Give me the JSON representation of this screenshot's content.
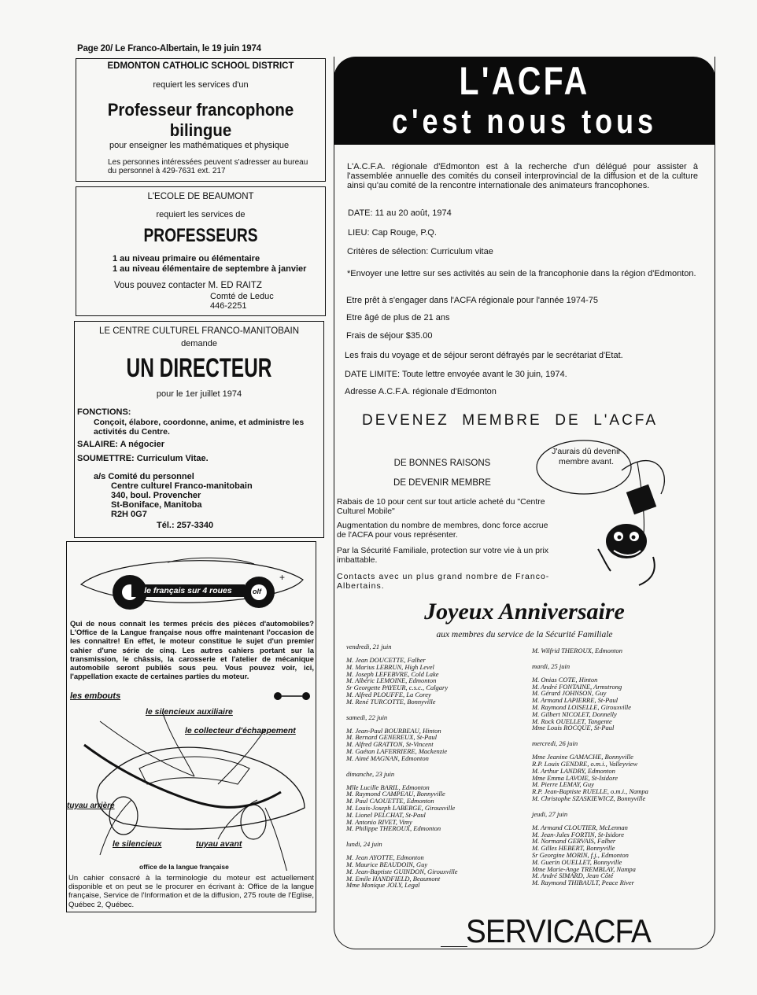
{
  "header": {
    "folio": "Page 20/  Le Franco-Albertain, le 19 juin 1974"
  },
  "ad1": {
    "title": "EDMONTON CATHOLIC SCHOOL DISTRICT",
    "line1": "requiert les services d'un",
    "headline": "Professeur francophone bilingue",
    "line2": "pour enseigner les mathématiques et physique",
    "contact1": "Les personnes intéressées peuvent s'adresser au bureau",
    "contact2": "du personnel à 429-7631    ext. 217"
  },
  "ad2": {
    "title": "L'ECOLE DE BEAUMONT",
    "line1": "requiert les services de",
    "headline": "PROFESSEURS",
    "req1": "1 au niveau primaire ou élémentaire",
    "req2": "1 au niveau élémentaire de septembre à janvier",
    "contact": "Vous pouvez contacter M. ED RAITZ",
    "county": "Comté de Leduc",
    "phone": "446-2251"
  },
  "ad3": {
    "title": "LE CENTRE CULTUREL FRANCO-MANITOBAIN",
    "line1": "demande",
    "headline": "UN DIRECTEUR",
    "date": "pour le 1er juillet 1974",
    "functions_label": "FONCTIONS:",
    "functions_text1": "Conçoit, élabore, coordonne, anime, et administre les",
    "functions_text2": "activités du Centre.",
    "salary": "SALAIRE: A négocier",
    "submit": "SOUMETTRE: Curriculum Vitae.",
    "addr1": "a/s  Comité du personnel",
    "addr2": "Centre culturel Franco-manitobain",
    "addr3": "340, boul. Provencher",
    "addr4": "St-Boniface, Manitoba",
    "addr5": "R2H 0G7",
    "tel": "Tél.:  257-3340"
  },
  "ad4": {
    "car_banner": "le français sur 4 roues",
    "car_badge": "olf",
    "para": "Qui de nous connaît les termes précis des pièces d'automobiles? L'Office de la Langue française nous offre maintenant l'occasion de les connaître! En effet, le moteur constitue le sujet d'un premier cahier d'une série de cinq. Les autres cahiers portant sur la transmission, le châssis, la carosserie et l'atelier de mécanique automobile seront publiés sous peu. Vous pouvez voir, ici, l'appellation exacte de certaines parties du moteur.",
    "label_embouts": "les embouts",
    "label_silencieux_aux": "le silencieux auxiliaire",
    "label_collecteur": "le collecteur d'échappement",
    "label_tuyau_arriere": "tuyau arrière",
    "label_silencieux": "le silencieux",
    "label_tuyau_avant": "tuyau avant",
    "office": "office de la langue française",
    "footer": "Un cahier consacré à la terminologie du moteur est actuellement disponible et on peut se le procurer en écrivant à: Office de la langue française, Service de l'Information et de la diffusion, 275 route de l'Eglise, Québec 2, Québec."
  },
  "acfa": {
    "title1": "L'ACFA",
    "title2": "c'est nous tous",
    "intro": "L'A.C.F.A. régionale d'Edmonton est à la recherche d'un délégué pour assister à l'assemblée annuelle des comités du conseil interprovincial de la diffusion et de la culture ainsi qu'au comité de la rencontre internationale des animateurs francophones.",
    "date": "DATE: 11 au 20 août, 1974",
    "lieu": "LIEU: Cap Rouge, P.Q.",
    "criteres": "Critères de sélection: Curriculum vitae",
    "envoyer": "*Envoyer une lettre sur ses activités au sein de la francophonie dans la région d'Edmonton.",
    "pret": "Etre prêt à s'engager dans l'ACFA régionale pour l'année 1974-75",
    "age": "Etre âgé de plus de 21 ans",
    "frais": "Frais de séjour $35.00",
    "voyage": "Les frais du voyage et de séjour seront défrayés par le secrétariat d'Etat.",
    "limite": "DATE LIMITE: Toute lettre envoyée avant le 30 juin, 1974.",
    "adresse": "Adresse  A.C.F.A.  régionale d'Edmonton",
    "membre": "DEVENEZ  MEMBRE  DE  L'ACFA",
    "raisons1": "DE BONNES RAISONS",
    "raisons2": "DE DEVENIR MEMBRE",
    "bubble": "J'aurais dû devenir membre avant.",
    "r1": "Rabais de 10 pour cent sur tout article acheté du \"Centre Culturel Mobile\"",
    "r2": "Augmentation du nombre de membres, donc force accrue de l'ACFA pour vous représenter.",
    "r3": "Par la Sécurité Familiale, protection sur votre vie à un prix imbattable.",
    "r4": "Contacts avec un plus grand nombre de Franco-Albertains.",
    "anniv_title": "Joyeux Anniversaire",
    "anniv_sub": "aux membres du service de la Sécurité Familiale",
    "brand": "SERVICACFA"
  },
  "birthdays": {
    "left": [
      {
        "day": "vendredi, 21 juin",
        "names": [
          "M. Jean DOUCETTE, Falher",
          "M. Marius LEBRUN, High Level",
          "M. Joseph LEFEBVRE, Cold Lake",
          "M. Albéric LEMOINE, Edmonton",
          "Sr Georgette PAYEUR, c.s.c., Calgary",
          "M. Alfred PLOUFFE, La Corey",
          "M. René TURCOTTE, Bonnyville"
        ]
      },
      {
        "day": "samedi, 22 juin",
        "names": [
          "M. Jean-Paul BOURBEAU, Hinton",
          "M. Bernard GENEREUX, St-Paul",
          "M. Alfred GRATTON, St-Vincent",
          "M. Gaétan LAFERRIERE, Mackenzie",
          "M. Aimé MAGNAN, Edmonton"
        ]
      },
      {
        "day": "dimanche, 23 juin",
        "names": [
          "Mlle Lucille BARIL, Edmonton",
          "M. Raymond CAMPEAU, Bonnyville",
          "M. Paul CAOUETTE, Edmonton",
          "M. Louis-Joseph LABERGE, Girouxville",
          "M. Lionel PELCHAT, St-Paul",
          "M. Antonio RIVET, Vimy",
          "M. Philippe THEROUX, Edmonton"
        ]
      },
      {
        "day": "lundi, 24 juin",
        "names": [
          "M. Jean AYOTTE, Edmonton",
          "M. Maurice BEAUDOIN, Guy",
          "M. Jean-Baptiste GUINDON, Girouxville",
          "M. Emile HANDFIELD, Beaumont",
          "Mme Monique JOLY, Legal"
        ]
      }
    ],
    "right": [
      {
        "day": "",
        "names": [
          "M. Wilfrid THEROUX, Edmonton"
        ]
      },
      {
        "day": "mardi, 25 juin",
        "names": [
          "M. Onias COTE, Hinton",
          "M. André FONTAINE, Armstrong",
          "M. Gérard JOHNSON, Guy",
          "M. Armand LAPIERRE, St-Paul",
          "M. Raymond LOISELLE, Girouxville",
          "M. Gilbert NICOLET, Donnelly",
          "M. Rock OUELLET, Tangente",
          "Mme Louis ROCQUE, St-Paul"
        ]
      },
      {
        "day": "mercredi, 26 juin",
        "names": [
          "Mme Jeanine GAMACHE, Bonnyville",
          "R.P. Louis GENDRE, o.m.i., Valleyview",
          "M. Arthur LANDRY, Edmonton",
          "Mme Emma LAVOIE, St-Isidore",
          "M. Pierre LEMAY, Guy",
          "R.P. Jean-Baptiste RUELLE, o.m.i., Nampa",
          "M. Christophe SZASKIEWICZ, Bonnyville"
        ]
      },
      {
        "day": "jeudi, 27 juin",
        "names": [
          "M. Armand CLOUTIER, McLennan",
          "M. Jean-Jules FORTIN, St-Isidore",
          "M. Normand GERVAIS, Falher",
          "M. Gilles HEBERT, Bonnyville",
          "Sr Georgine MORIN, f.j., Edmonton",
          "M. Guerin OUELLET, Bonnyville",
          "Mme Marie-Ange TREMBLAY, Nampa",
          "M. André SIMARD, Jean Côté",
          "M. Raymond THIBAULT, Peace River"
        ]
      }
    ]
  }
}
